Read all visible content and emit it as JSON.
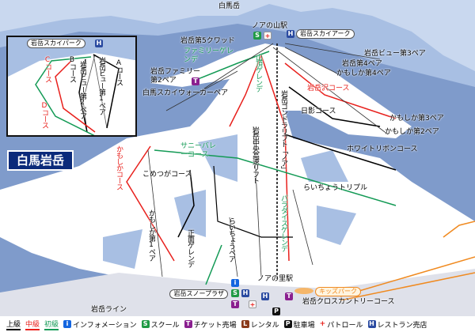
{
  "map": {
    "peak": "白馬岳",
    "title": "白馬岩岳",
    "stations": {
      "top": "ノアの山駅",
      "base": "ノアの里駅"
    },
    "facilities": {
      "sky_ark": "岩岳スカイアーク",
      "snow_plaza": "岩岳スノープラザ",
      "kids_park": "キッズパーク",
      "inset_sky_park": "岩岳スカイパーク"
    },
    "lifts": {
      "quad5": "岩岳第5クワッド",
      "family2": "岩岳ファミリー第2ペア",
      "skywalker": "白馬スカイウォーカーペア",
      "view3": "岩岳ビュー第3ペア",
      "iwatake4": "岩岳第4ペア",
      "kamoshika4": "かもしか第4ペア",
      "kamoshika3": "かもしか第3ペア",
      "kamoshika2": "かもしか第2ペア",
      "gondola": "岩岳ゴンドラリフト「ノア」",
      "central": "岩岳中央高速リフト",
      "raicho_triple": "らいちょうトリプル",
      "kamoshika1": "かもしか第1ペア",
      "raicho_pair": "らいちょうペア",
      "inset_view1": "岩岳ビュー第1ペア",
      "inset_view2": "岩岳ビュー第2ペア"
    },
    "courses": {
      "family": "ファミリーゲレンデ",
      "summit": "山頂ゲレンデ",
      "iwatakezawa": "岩岳沢コース",
      "hikage": "日影コース",
      "white_ribbon": "ホワイトリボンコース",
      "kamoshika": "かもしかコース",
      "sunny_valley": "サニーバレーコース",
      "kometsuga": "こめつがコース",
      "shomen": "正面ゲレンデ",
      "paradise": "パラダイスゲレンデ",
      "xc": "岩岳クロスカントリーコース",
      "line": "岩岳ライン",
      "a": "Aコース",
      "b": "Bコース",
      "c": "Cコース",
      "d": "Dコース"
    }
  },
  "icons": {
    "i": "i",
    "s": "S",
    "t": "T",
    "r": "L",
    "p": "P",
    "h": "H",
    "plus": "+"
  },
  "legend": [
    {
      "label": "上級",
      "color": "#000000"
    },
    {
      "label": "中級",
      "color": "#e8201c"
    },
    {
      "label": "初級",
      "color": "#139a55"
    },
    {
      "label": "インフォメーション",
      "icon": "info-icon",
      "color": "#1466e0"
    },
    {
      "label": "スクール",
      "icon": "school-icon",
      "color": "#1f9a44"
    },
    {
      "label": "チケット売場",
      "icon": "ticket-icon",
      "color": "#8a1f8f"
    },
    {
      "label": "レンタル",
      "icon": "rental-icon",
      "color": "#8a3a1a"
    },
    {
      "label": "駐車場",
      "icon": "parking-icon",
      "color": "#111111"
    },
    {
      "label": "パトロール",
      "icon": "patrol-cross-icon",
      "color": "#e8201c"
    },
    {
      "label": "レストラン売店",
      "icon": "restaurant-icon",
      "color": "#2a4aa0"
    }
  ]
}
